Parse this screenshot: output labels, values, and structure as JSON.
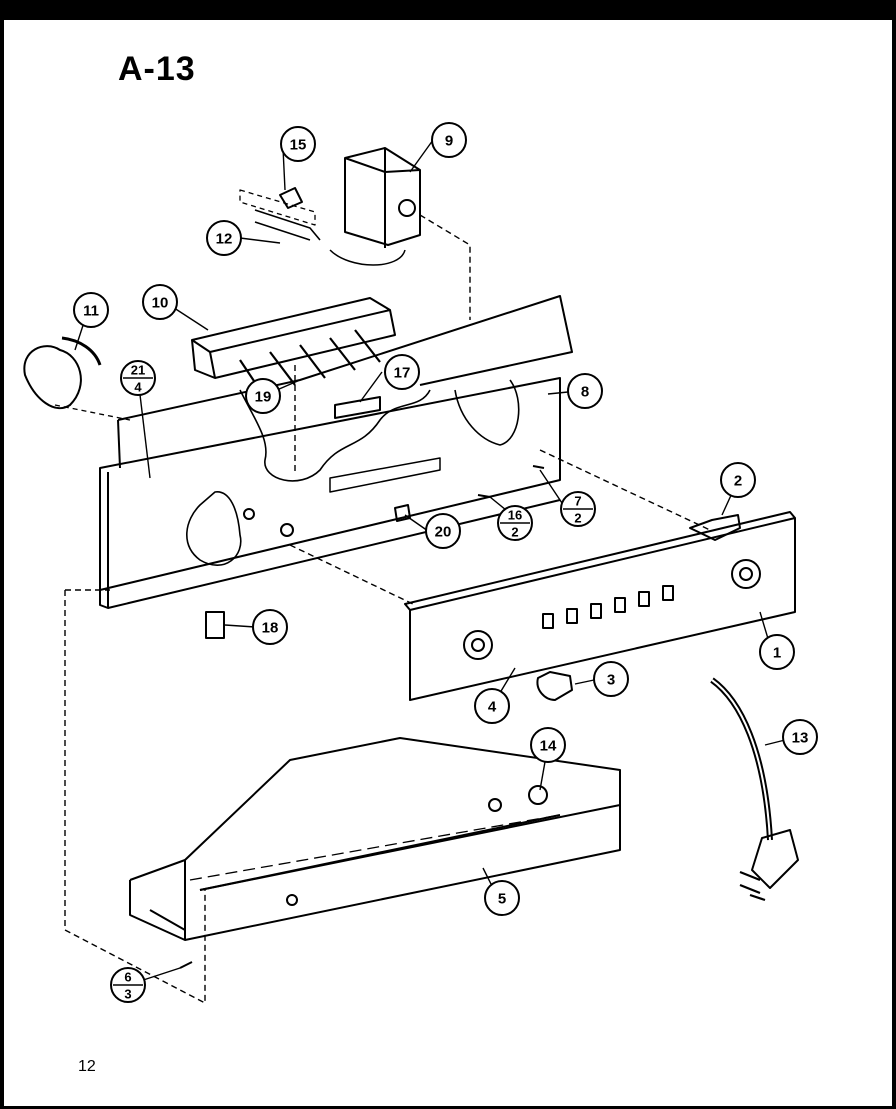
{
  "header": {
    "title": "A-13"
  },
  "footer": {
    "page_number": "12"
  },
  "callouts": [
    {
      "id": "1",
      "label": "1"
    },
    {
      "id": "2",
      "label": "2"
    },
    {
      "id": "3",
      "label": "3"
    },
    {
      "id": "4",
      "label": "4"
    },
    {
      "id": "5",
      "label": "5"
    },
    {
      "id": "8",
      "label": "8"
    },
    {
      "id": "9",
      "label": "9"
    },
    {
      "id": "10",
      "label": "10"
    },
    {
      "id": "11",
      "label": "11"
    },
    {
      "id": "12",
      "label": "12"
    },
    {
      "id": "13",
      "label": "13"
    },
    {
      "id": "14",
      "label": "14"
    },
    {
      "id": "15",
      "label": "15"
    },
    {
      "id": "17",
      "label": "17"
    },
    {
      "id": "18",
      "label": "18"
    },
    {
      "id": "19",
      "label": "19"
    },
    {
      "id": "20",
      "label": "20"
    }
  ],
  "fraction_callouts": [
    {
      "id": "21-4",
      "top": "21",
      "bottom": "4"
    },
    {
      "id": "7-2",
      "top": "7",
      "bottom": "2"
    },
    {
      "id": "16-2",
      "top": "16",
      "bottom": "2"
    },
    {
      "id": "6-3",
      "top": "6",
      "bottom": "3"
    }
  ]
}
